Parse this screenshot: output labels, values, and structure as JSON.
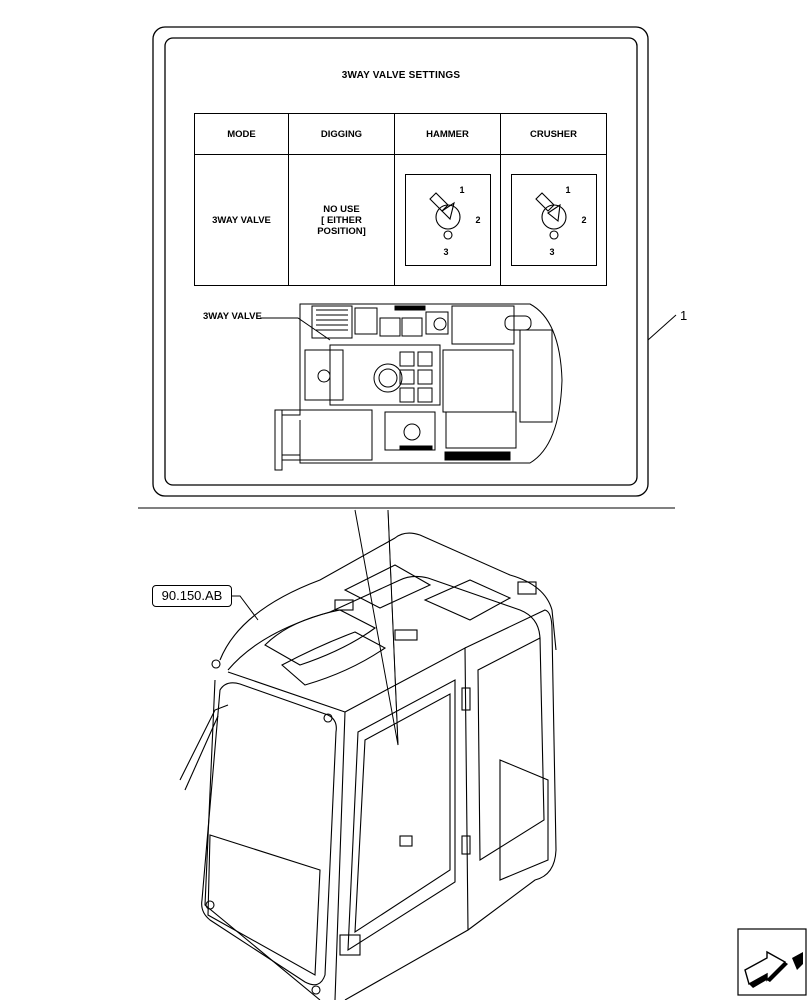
{
  "decal": {
    "title": "3WAY VALVE SETTINGS",
    "table": {
      "headers": [
        "MODE",
        "DIGGING",
        "HAMMER",
        "CRUSHER"
      ],
      "row_label": "3WAY VALVE",
      "digging_text": [
        "NO USE",
        "[ EITHER",
        "POSITION]"
      ],
      "port_labels": [
        "1",
        "2",
        "3"
      ]
    },
    "minimap_label": "3WAY VALVE"
  },
  "callouts": {
    "item_number": "1",
    "reference": "90.150.AB"
  },
  "icons": {
    "navigation": "next-page-arrow-icon"
  }
}
